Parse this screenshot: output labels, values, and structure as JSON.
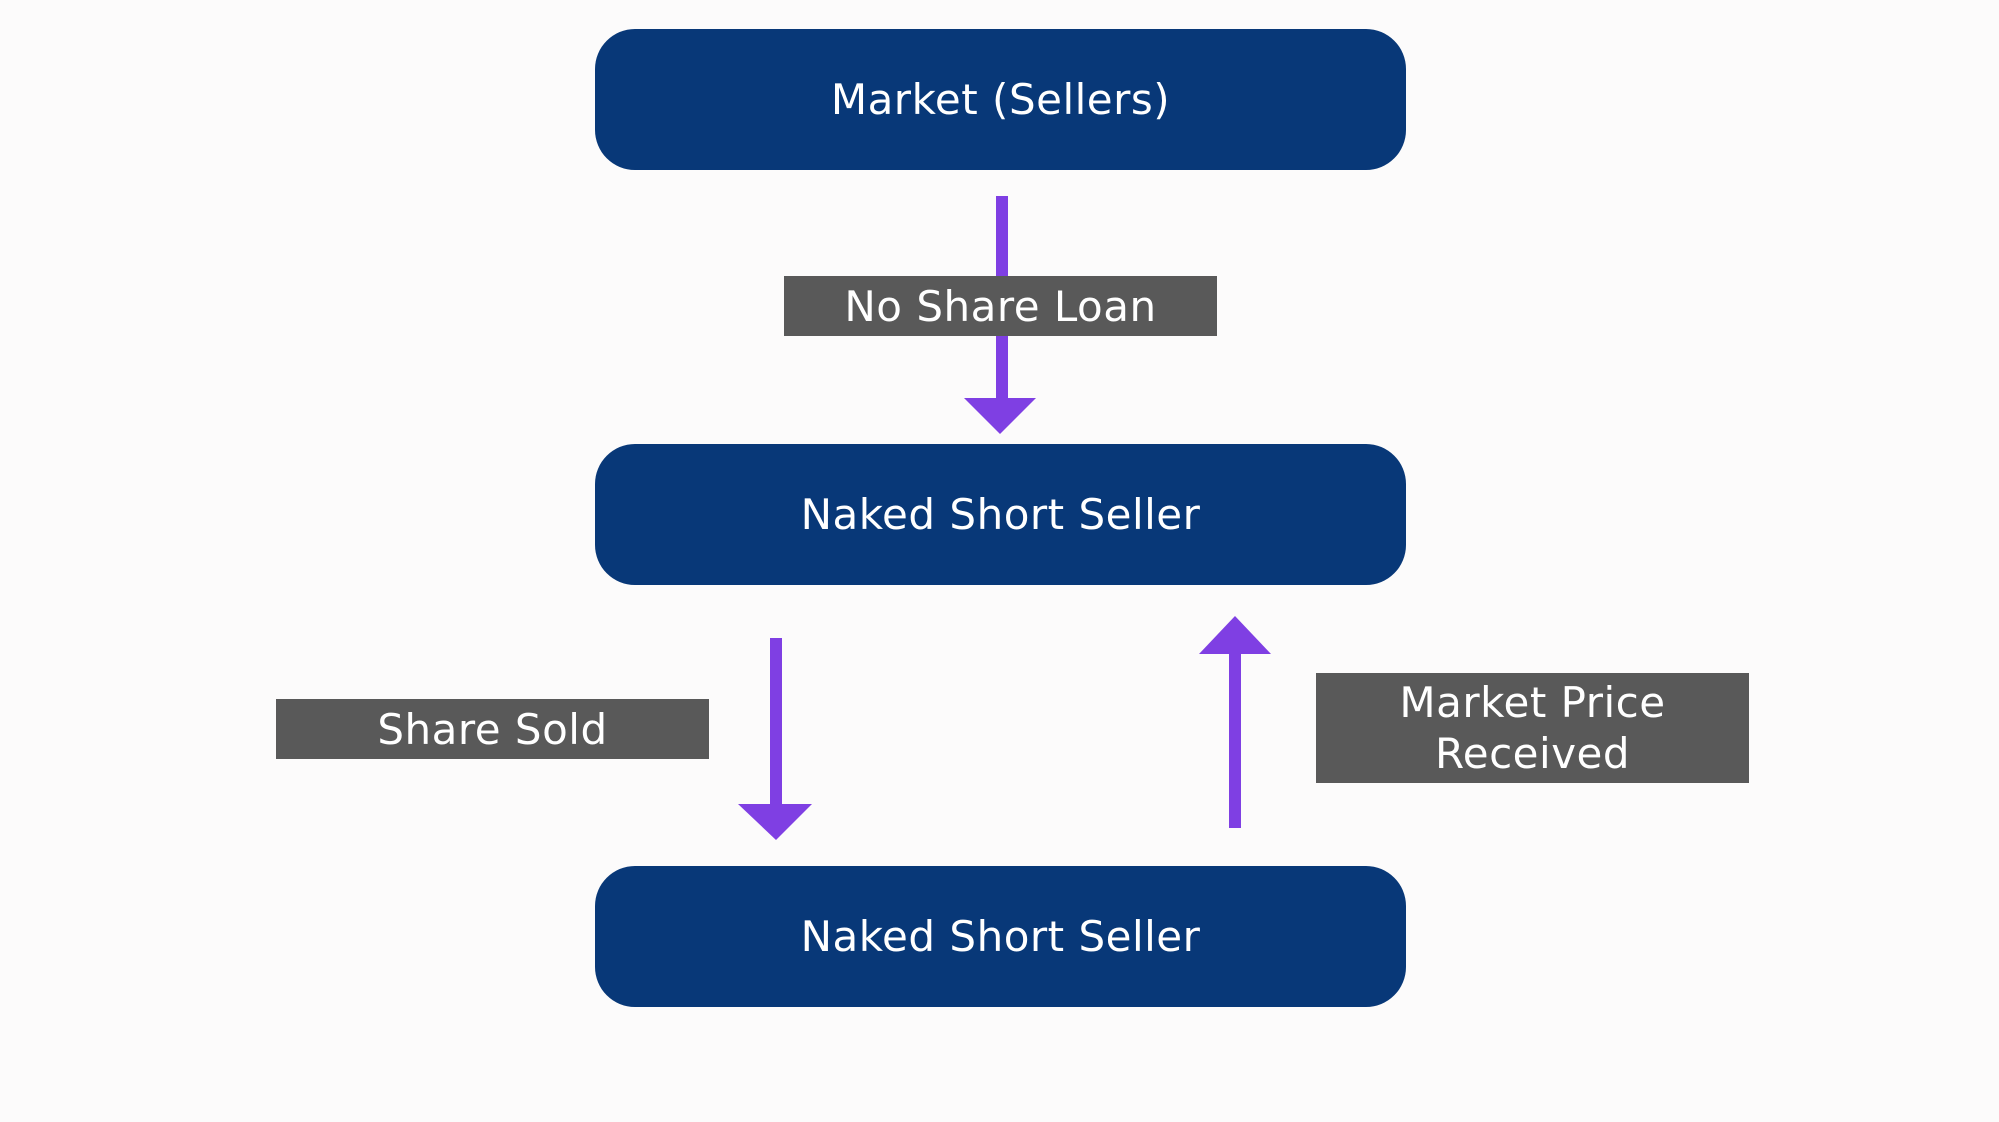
{
  "colors": {
    "background": "#fcfbfb",
    "node_fill": "#083878",
    "node_text": "#ffffff",
    "label_fill": "#595959",
    "label_text": "#ffffff",
    "arrow": "#7f3fe3"
  },
  "nodes": {
    "market": {
      "label": "Market (Sellers)"
    },
    "seller_middle": {
      "label": "Naked Short Seller"
    },
    "seller_bottom": {
      "label": "Naked Short Seller"
    }
  },
  "edges": {
    "no_share_loan": {
      "label": "No Share Loan",
      "from": "market",
      "to": "seller_middle"
    },
    "share_sold": {
      "label": "Share Sold",
      "from": "seller_middle",
      "to": "seller_bottom"
    },
    "market_price_received": {
      "label_line1": "Market Price",
      "label_line2": "Received",
      "from": "seller_bottom",
      "to": "seller_middle"
    }
  }
}
